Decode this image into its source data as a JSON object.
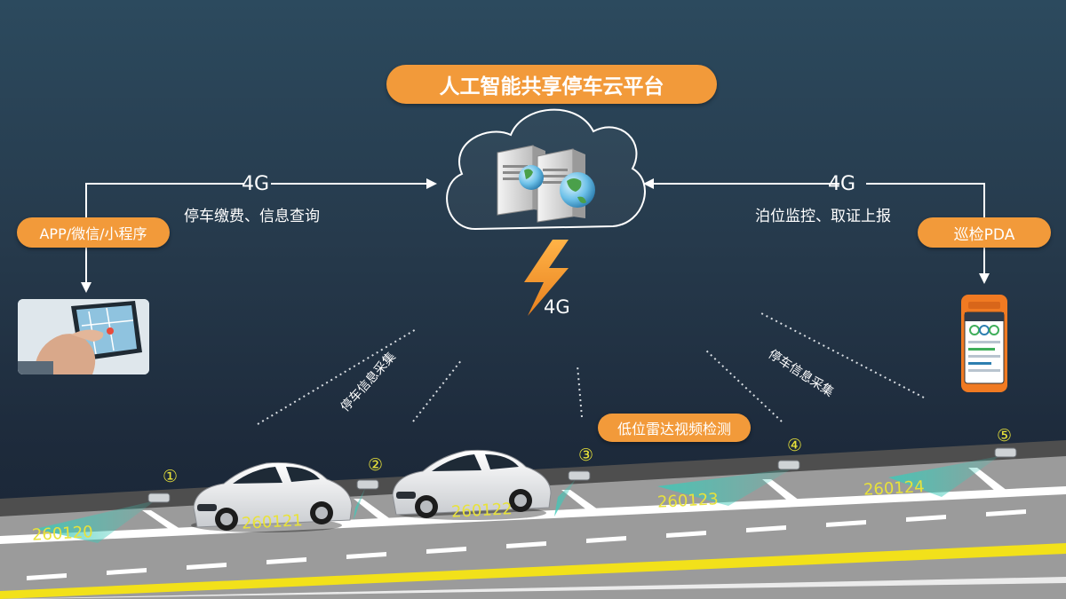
{
  "platform": {
    "title": "人工智能共享停车云平台"
  },
  "left": {
    "network": "4G",
    "functions": "停车缴费、信息查询",
    "app_label": "APP/微信/小程序"
  },
  "right": {
    "network": "4G",
    "functions": "泊位监控、取证上报",
    "pda_label": "巡检PDA"
  },
  "center": {
    "network": "4G"
  },
  "collection": {
    "left_label": "停车信息采集",
    "right_label": "停车信息采集"
  },
  "detection": {
    "label": "低位雷达视频检测"
  },
  "sensors": [
    "①",
    "②",
    "③",
    "④",
    "⑤"
  ],
  "spaces": [
    "260120",
    "260121",
    "260122",
    "260123",
    "260124"
  ],
  "colors": {
    "accent": "#f29a3a",
    "marker": "#e8e23a",
    "beam": "#3ec9b8",
    "road_line": "#f2e11a"
  },
  "icons": [
    "cloud-icon",
    "server-icon",
    "globe-icon",
    "lightning-icon",
    "phone-photo-icon",
    "pda-device-icon",
    "car-icon",
    "radar-sensor-icon"
  ]
}
